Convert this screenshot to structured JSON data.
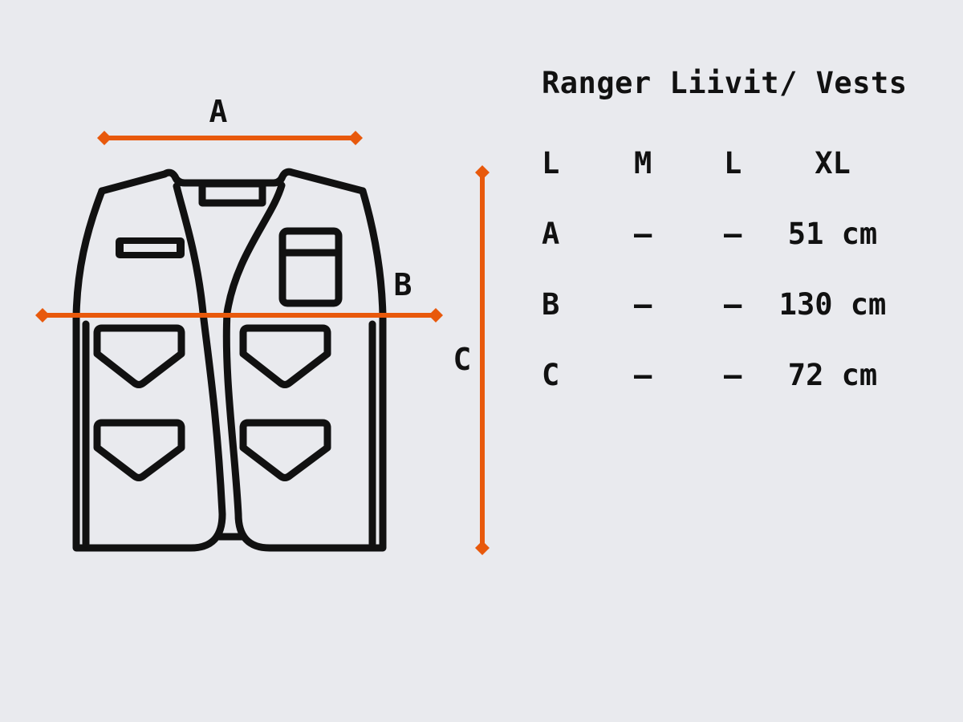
{
  "colors": {
    "accent": "#E8590C",
    "ink": "#111111",
    "background": "#E9EAEE"
  },
  "diagram": {
    "labels": {
      "a": "A",
      "b": "B",
      "c": "C"
    }
  },
  "panel": {
    "title": "Ranger Liivit/ Vests",
    "table": {
      "columns": [
        "L",
        "M",
        "L",
        "XL"
      ],
      "rows": [
        {
          "label": "A",
          "m": "–",
          "l": "–",
          "xl": "51 cm"
        },
        {
          "label": "B",
          "m": "–",
          "l": "–",
          "xl": "130 cm"
        },
        {
          "label": "C",
          "m": "–",
          "l": "–",
          "xl": "72 cm"
        }
      ]
    }
  }
}
